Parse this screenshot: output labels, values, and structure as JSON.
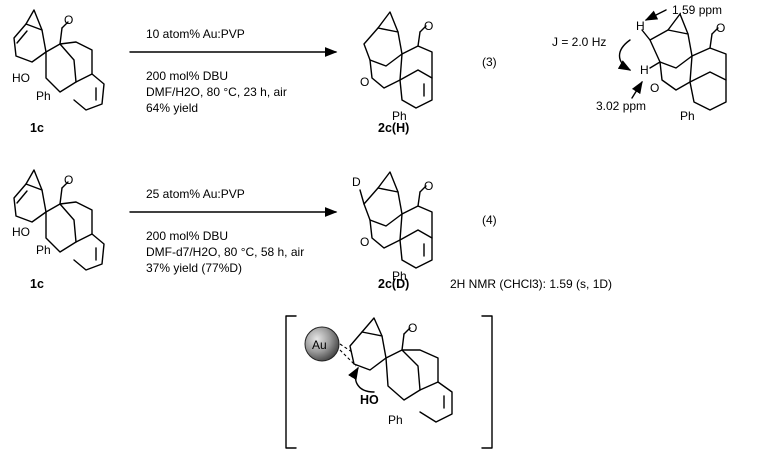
{
  "reaction3": {
    "substrate": "1c",
    "reagent": "10 atom% Au:PVP",
    "conditions": [
      "200 mol% DBU",
      "DMF/H2O, 80 °C, 23 h, air",
      "64% yield"
    ],
    "product": "2c(H)",
    "equation_number": "(3)"
  },
  "nmr_inset": {
    "coupling": "J = 2.0 Hz",
    "shift_a": "1.59 ppm",
    "shift_b": "3.02 ppm"
  },
  "reaction4": {
    "substrate": "1c",
    "reagent": "25 atom% Au:PVP",
    "conditions": [
      "200 mol% DBU",
      "DMF-d7/H2O, 80 °C, 58 h, air",
      "37% yield (77%D)"
    ],
    "product": "2c(D)",
    "equation_number": "(4)",
    "nmr": "2H NMR (CHCl3): 1.59 (s, 1D)"
  },
  "transition_state": {
    "metal": "Au"
  },
  "atoms": {
    "O": "O",
    "HO": "HO",
    "Ph": "Ph",
    "H": "H",
    "D": "D"
  }
}
